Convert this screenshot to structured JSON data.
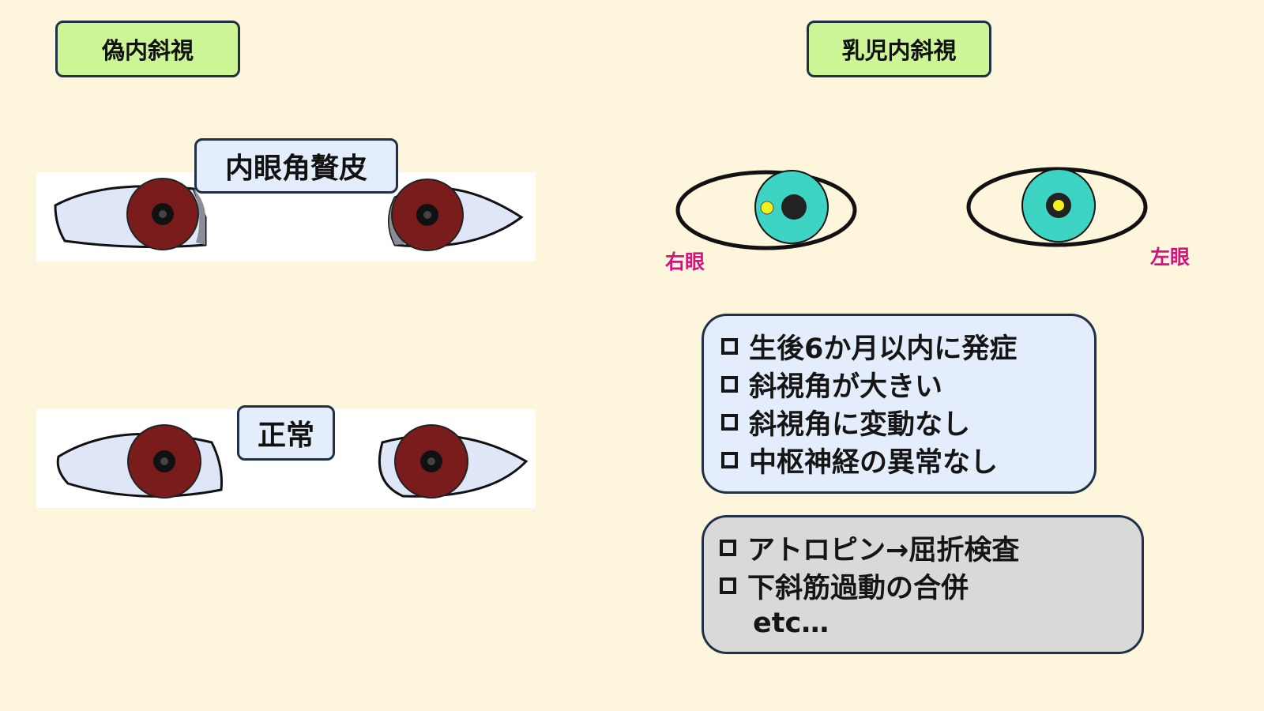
{
  "left_title": "偽内斜視",
  "right_title": "乳児内斜視",
  "pseudo_label": "内眼角贅皮",
  "normal_label": "正常",
  "right_eye_label": "右眼",
  "left_eye_label": "左眼",
  "criteria": [
    "生後6か月以内に発症",
    "斜視角が大きい",
    "斜視角に変動なし",
    "中枢神経の異常なし"
  ],
  "notes": [
    "アトロピン→屈折検査",
    "下斜筋過動の合併"
  ],
  "notes_etc": "etc…",
  "colors": {
    "background": "#fdf5dc",
    "tag_green": "#ccf596",
    "tag_blue": "#e3edfb",
    "iris_brown": "#7a1c1c",
    "iris_teal": "#3dd4c4",
    "reflex_yellow": "#f2f21b",
    "accent_magenta": "#d1147f",
    "box_gray": "#d9d9d9"
  }
}
